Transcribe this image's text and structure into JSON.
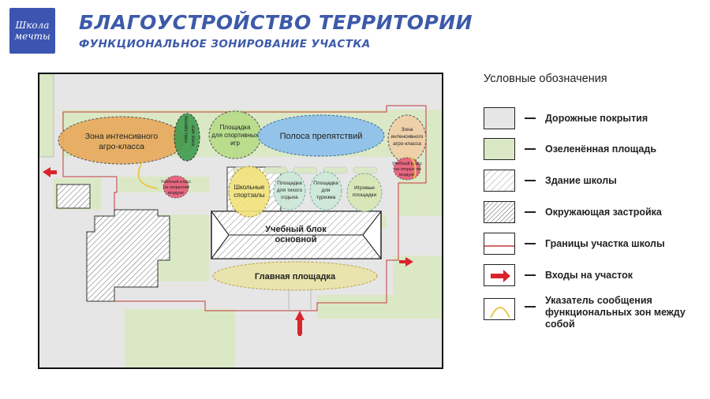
{
  "logo": {
    "line1": "Школа",
    "line2": "мечты"
  },
  "header": {
    "title": "БЛАГОУСТРОЙСТВО ТЕРРИТОРИИ",
    "subtitle": "ФУНКЦИОНАЛЬНОЕ ЗОНИРОВАНИЕ УЧАСТКА"
  },
  "map": {
    "zone_agro_left": [
      "Зона интенсивного",
      "агро-класса"
    ],
    "zone_household": [
      "Хозяйствен",
      "ная зона"
    ],
    "zone_sports_games": [
      "Площадка",
      "для спортивных",
      "игр"
    ],
    "zone_obstacle": "Полоса препятствий",
    "zone_agro_right": [
      "Зона",
      "интенсивного",
      "агро-класса"
    ],
    "zone_outdoor_left": [
      "Учебный класс",
      "на открытом",
      "воздухе"
    ],
    "zone_outdoor_right": [
      "Учебный класс",
      "на открытом",
      "воздухе"
    ],
    "zone_sport_halls": [
      "Школьные",
      "спортзалы"
    ],
    "zone_quiet": [
      "Площадка",
      "для тихого",
      "отдыха"
    ],
    "zone_tourism": [
      "Площадка",
      "для",
      "туризма"
    ],
    "zone_play": [
      "Игровые",
      "площадки"
    ],
    "main_building": [
      "Учебный блок",
      "основной"
    ],
    "main_square": "Главная площадка"
  },
  "legend": {
    "title": "Условные обозначения",
    "items": [
      {
        "label": "Дорожные покрытия"
      },
      {
        "label": "Озеленённая площадь"
      },
      {
        "label": "Здание школы"
      },
      {
        "label": "Окружающая застройка"
      },
      {
        "label": "Границы участка школы"
      },
      {
        "label": "Входы на участок"
      },
      {
        "label": "Указатель сообщения функциональных зон между собой"
      }
    ]
  }
}
